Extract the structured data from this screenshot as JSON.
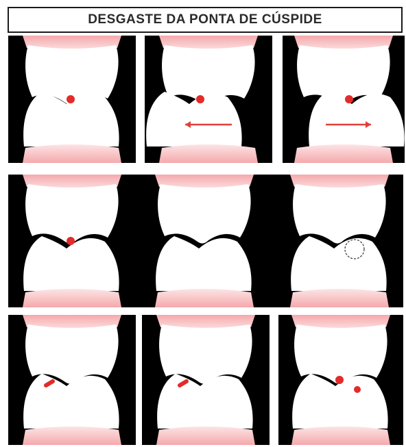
{
  "title": "DESGASTE DA PONTA DE CÚSPIDE",
  "colors": {
    "background": "#000000",
    "tooth": "#ffffff",
    "gum": "#f4a9ac",
    "gum_light": "#fde4e5",
    "contact": "#e32b2b",
    "arrow": "#e0403a"
  },
  "rows": [
    {
      "panels": [
        {
          "contacts": [
            "dot"
          ],
          "arrow": null,
          "shift": 0
        },
        {
          "contacts": [
            "dot"
          ],
          "arrow": "left",
          "shift": -20
        },
        {
          "contacts": [
            "dot"
          ],
          "arrow": "right",
          "shift": 20
        }
      ]
    },
    {
      "panels": [
        {
          "contacts": [
            "dot"
          ],
          "arrow": null,
          "shift": 0
        },
        {
          "contacts": [],
          "arrow": null,
          "shift": 0
        },
        {
          "contacts": [
            "dashed-circle"
          ],
          "arrow": null,
          "shift": 0
        }
      ]
    },
    {
      "panels": [
        {
          "contacts": [
            "wear-facet"
          ],
          "arrow": null,
          "shift": 0
        },
        {
          "contacts": [
            "wear-facet"
          ],
          "arrow": null,
          "shift": 0
        },
        {
          "contacts": [
            "dot",
            "dot-lower"
          ],
          "arrow": null,
          "shift": 0
        }
      ]
    }
  ]
}
